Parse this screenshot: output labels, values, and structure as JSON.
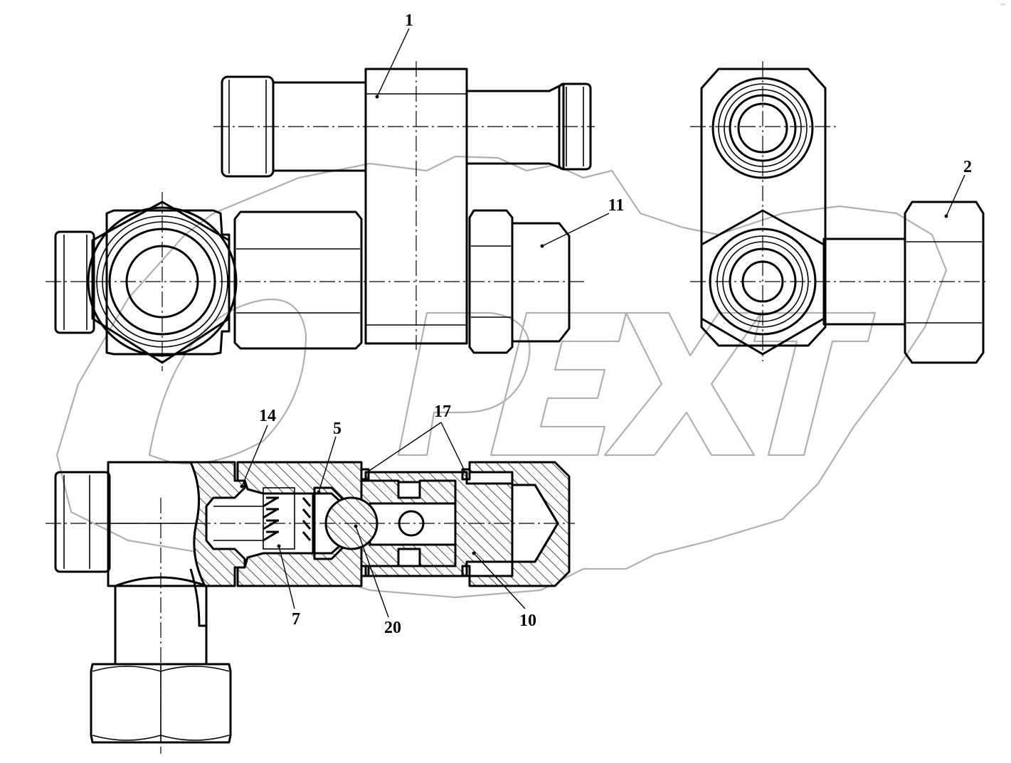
{
  "callouts": {
    "c1": "1",
    "c2": "2",
    "c11": "11",
    "c14": "14",
    "c5": "5",
    "c17": "17",
    "c7": "7",
    "c20": "20",
    "c10": "10"
  },
  "watermark": {
    "text": "OPEX"
  },
  "corner_mark": "°°"
}
